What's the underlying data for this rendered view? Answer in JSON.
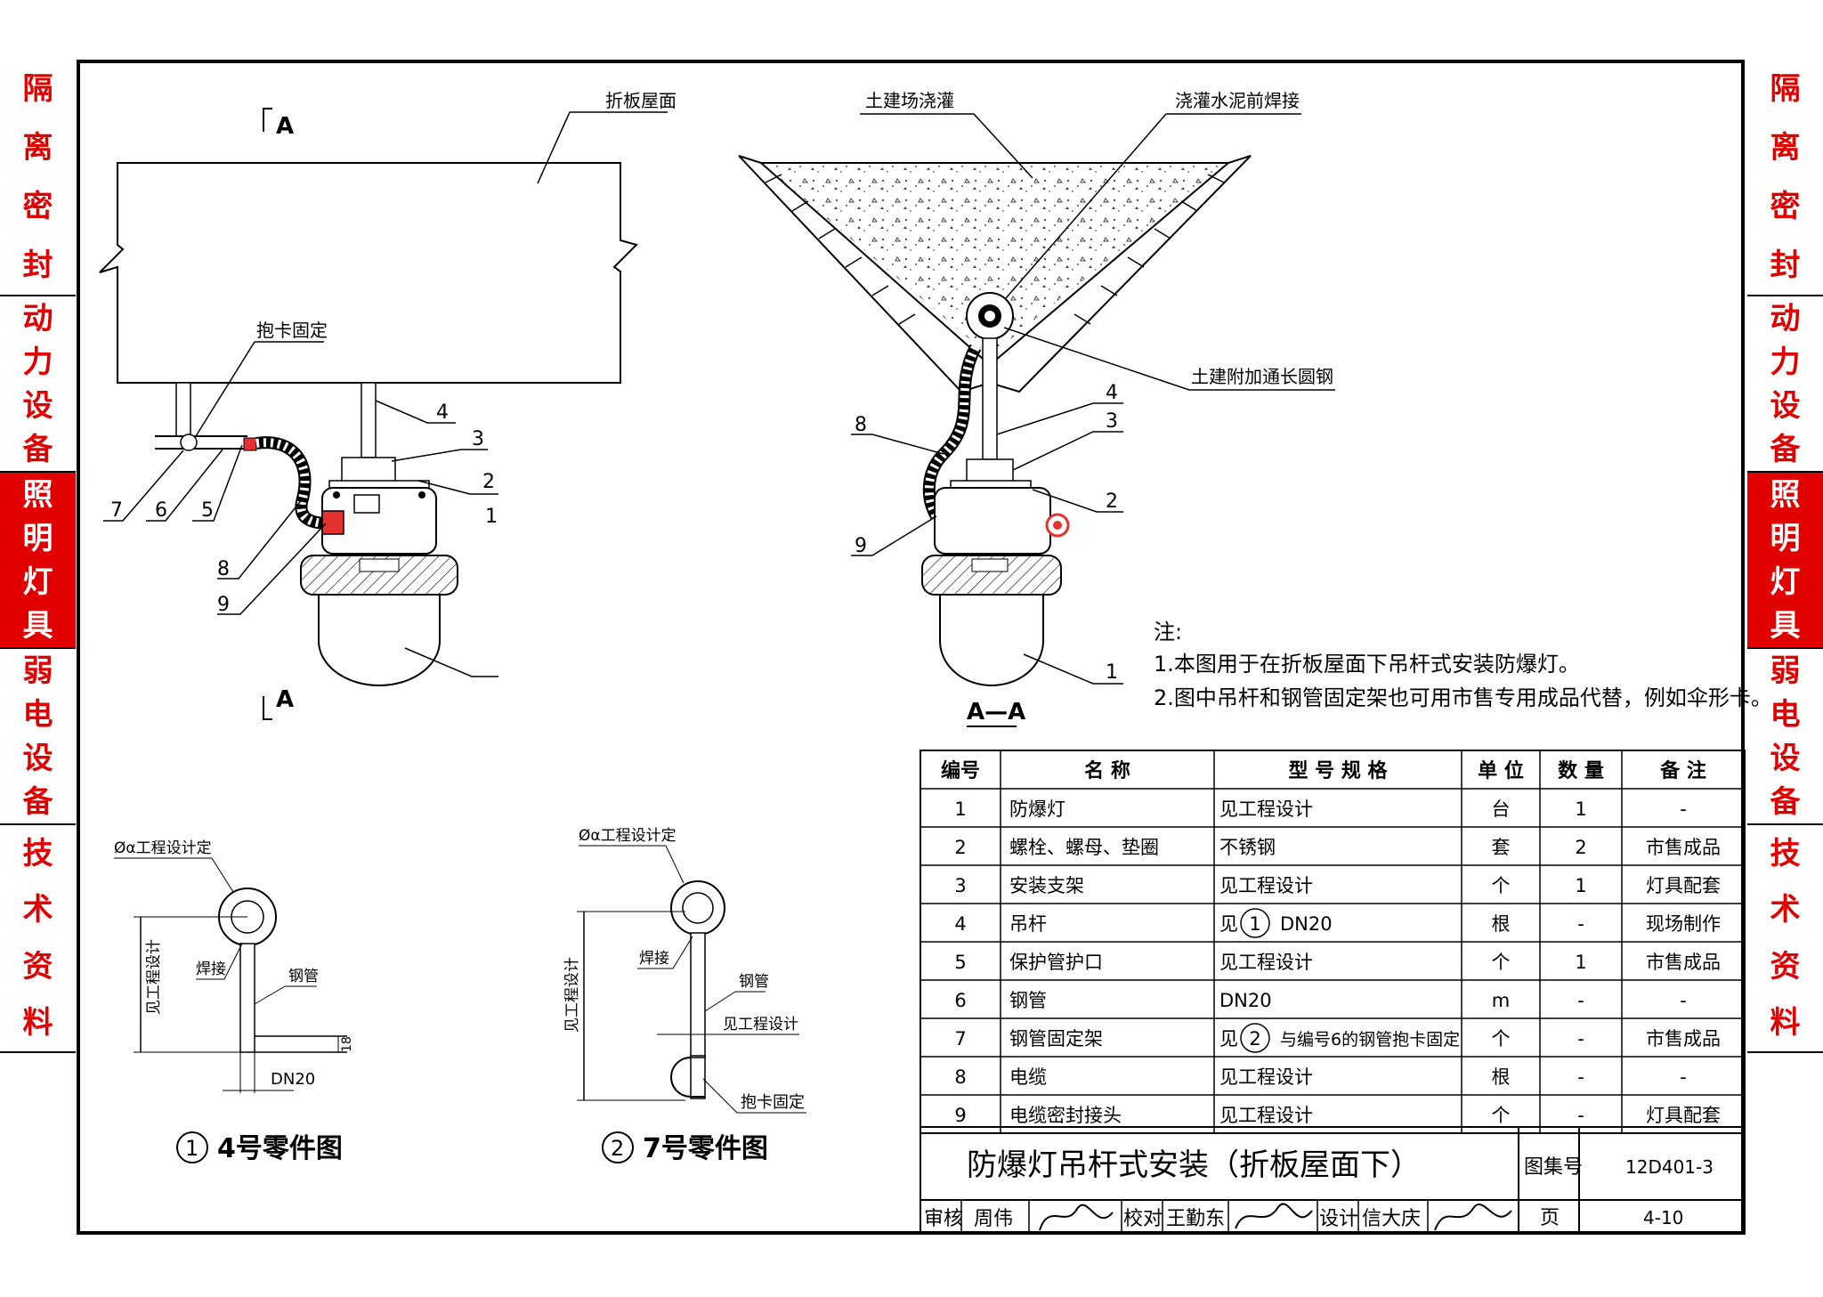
{
  "sidebar": {
    "categories": [
      {
        "label": "隔离密封",
        "chars": [
          "隔",
          "离",
          "密",
          "封"
        ],
        "active": false
      },
      {
        "label": "动力设备",
        "chars": [
          "动",
          "力",
          "设",
          "备"
        ],
        "active": false
      },
      {
        "label": "照明灯具",
        "chars": [
          "照",
          "明",
          "灯",
          "具"
        ],
        "active": true
      },
      {
        "label": "弱电设备",
        "chars": [
          "弱",
          "电",
          "设",
          "备"
        ],
        "active": false
      },
      {
        "label": "技术资料",
        "chars": [
          "技",
          "术",
          "资",
          "料"
        ],
        "active": false
      }
    ],
    "colors": {
      "accent": "#e00000",
      "active_text": "#ffffff"
    }
  },
  "drawing": {
    "section_mark": "A",
    "section_title": "A—A",
    "labels": {
      "roof": "折板屋面",
      "cast": "土建场浇灌",
      "weld_before": "浇灌水泥前焊接",
      "rebar": "土建附加通长圆钢",
      "clamp": "抱卡固定"
    },
    "callouts_left": [
      "1",
      "2",
      "3",
      "4",
      "5",
      "6",
      "7",
      "8",
      "9"
    ],
    "callouts_right": [
      "1",
      "2",
      "3",
      "4",
      "8",
      "9"
    ],
    "notes": {
      "heading": "注:",
      "items": [
        "1.本图用于在折板屋面下吊杆式安装防爆灯。",
        "2.图中吊杆和钢管固定架也可用市售专用成品代替，例如伞形卡。"
      ]
    },
    "detail1": {
      "dia": "Øα工程设计定",
      "height": "见工程设计",
      "weld": "焊接",
      "pipe": "钢管",
      "dn": "DN20",
      "dim": "18",
      "num": "1",
      "title": "4号零件图"
    },
    "detail2": {
      "dia": "Øα工程设计定",
      "height": "见工程设计",
      "weld": "焊接",
      "pipe": "钢管",
      "design": "见工程设计",
      "clamp": "抱卡固定",
      "num": "2",
      "title": "7号零件图"
    }
  },
  "parts_table": {
    "headers": [
      "编号",
      "名  称",
      "型 号 规 格",
      "单 位",
      "数 量",
      "备    注"
    ],
    "rows": [
      {
        "no": "1",
        "name": "防爆灯",
        "spec": "见工程设计",
        "spec_ref": "",
        "spec_tail": "",
        "unit": "台",
        "qty": "1",
        "remark": "-"
      },
      {
        "no": "2",
        "name": "螺栓、螺母、垫圈",
        "spec": "不锈钢",
        "spec_ref": "",
        "spec_tail": "",
        "unit": "套",
        "qty": "2",
        "remark": "市售成品"
      },
      {
        "no": "3",
        "name": "安装支架",
        "spec": "见工程设计",
        "spec_ref": "",
        "spec_tail": "",
        "unit": "个",
        "qty": "1",
        "remark": "灯具配套"
      },
      {
        "no": "4",
        "name": "吊杆",
        "spec": "见",
        "spec_ref": "1",
        "spec_tail": "DN20",
        "unit": "根",
        "qty": "-",
        "remark": "现场制作"
      },
      {
        "no": "5",
        "name": "保护管护口",
        "spec": "见工程设计",
        "spec_ref": "",
        "spec_tail": "",
        "unit": "个",
        "qty": "1",
        "remark": "市售成品"
      },
      {
        "no": "6",
        "name": "钢管",
        "spec": "DN20",
        "spec_ref": "",
        "spec_tail": "",
        "unit": "m",
        "qty": "-",
        "remark": "-"
      },
      {
        "no": "7",
        "name": "钢管固定架",
        "spec": "见",
        "spec_ref": "2",
        "spec_tail": "与编号6的钢管抱卡固定",
        "unit": "个",
        "qty": "-",
        "remark": "市售成品"
      },
      {
        "no": "8",
        "name": "电缆",
        "spec": "见工程设计",
        "spec_ref": "",
        "spec_tail": "",
        "unit": "根",
        "qty": "-",
        "remark": "-"
      },
      {
        "no": "9",
        "name": "电缆密封接头",
        "spec": "见工程设计",
        "spec_ref": "",
        "spec_tail": "",
        "unit": "个",
        "qty": "-",
        "remark": "灯具配套"
      }
    ]
  },
  "title_block": {
    "title": "防爆灯吊杆式安装（折板屋面下）",
    "atlas_label": "图集号",
    "atlas_no": "12D401-3",
    "review_label": "审核",
    "reviewer": "周伟",
    "check_label": "校对",
    "checker": "王勤东",
    "design_label": "设计",
    "designer": "信大庆",
    "page_label": "页",
    "page_no": "4-10"
  }
}
